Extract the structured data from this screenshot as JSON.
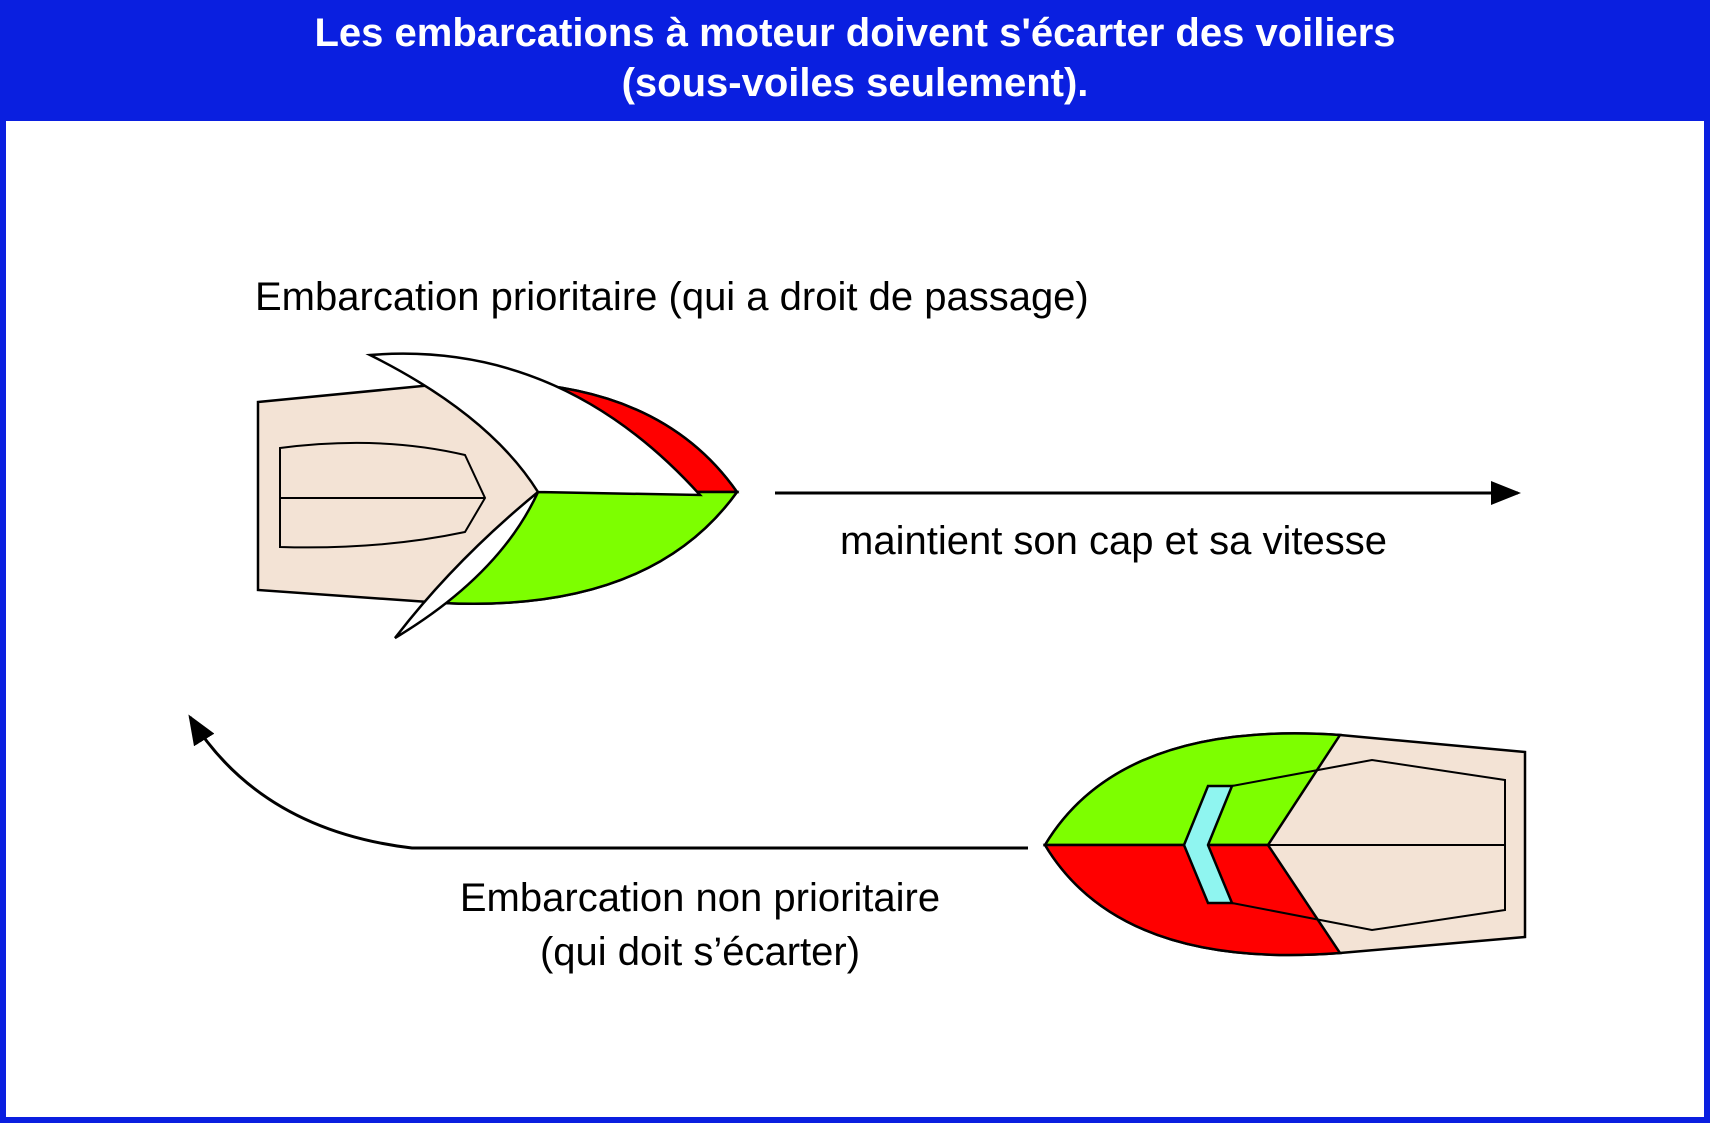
{
  "header": {
    "title_line1": "Les embarcations à moteur doivent s'écarter des voiliers",
    "title_line2": "(sous-voiles seulement)."
  },
  "diagram": {
    "stand_on_label": "Embarcation prioritaire (qui a droit de passage)",
    "stand_on_action": "maintient son cap et sa vitesse",
    "give_way_label_line1": "Embarcation non prioritaire",
    "give_way_label_line2": "(qui doit s’écarter)"
  },
  "colors": {
    "banner": "#0a1fe0",
    "hull": "#f3e3d5",
    "port_light": "#ff0000",
    "starboard_light": "#7dff00",
    "windshield": "#8ff5f0"
  }
}
